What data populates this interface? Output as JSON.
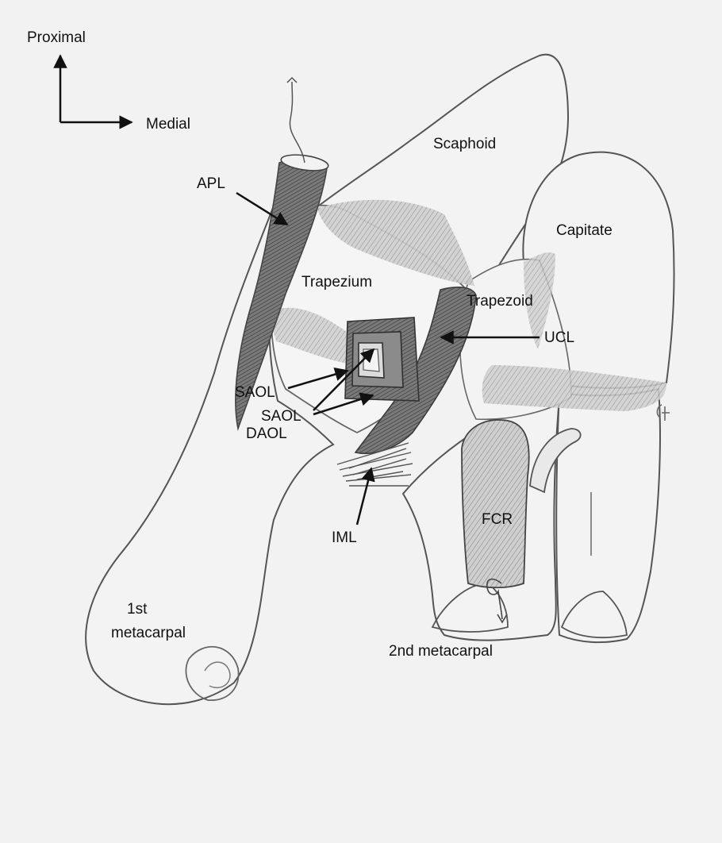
{
  "orientation": {
    "proximal": "Proximal",
    "medial": "Medial"
  },
  "labels": {
    "scaphoid": "Scaphoid",
    "capitate": "Capitate",
    "trapezium": "Trapezium",
    "trapezoid": "Trapezoid",
    "apl": "APL",
    "ucl": "UCL",
    "saol_1": "SAOL",
    "saol_2": "SAOL",
    "daol": "DAOL",
    "iml": "IML",
    "fcr": "FCR",
    "first_metacarpal_line1": "1st",
    "first_metacarpal_line2": "metacarpal",
    "second_metacarpal": "2nd metacarpal"
  },
  "colors": {
    "paper": "#f2f2f2",
    "pencil": "#555555",
    "shading": "#9a9a9a",
    "dark_ligament": "#4a4a4a"
  }
}
